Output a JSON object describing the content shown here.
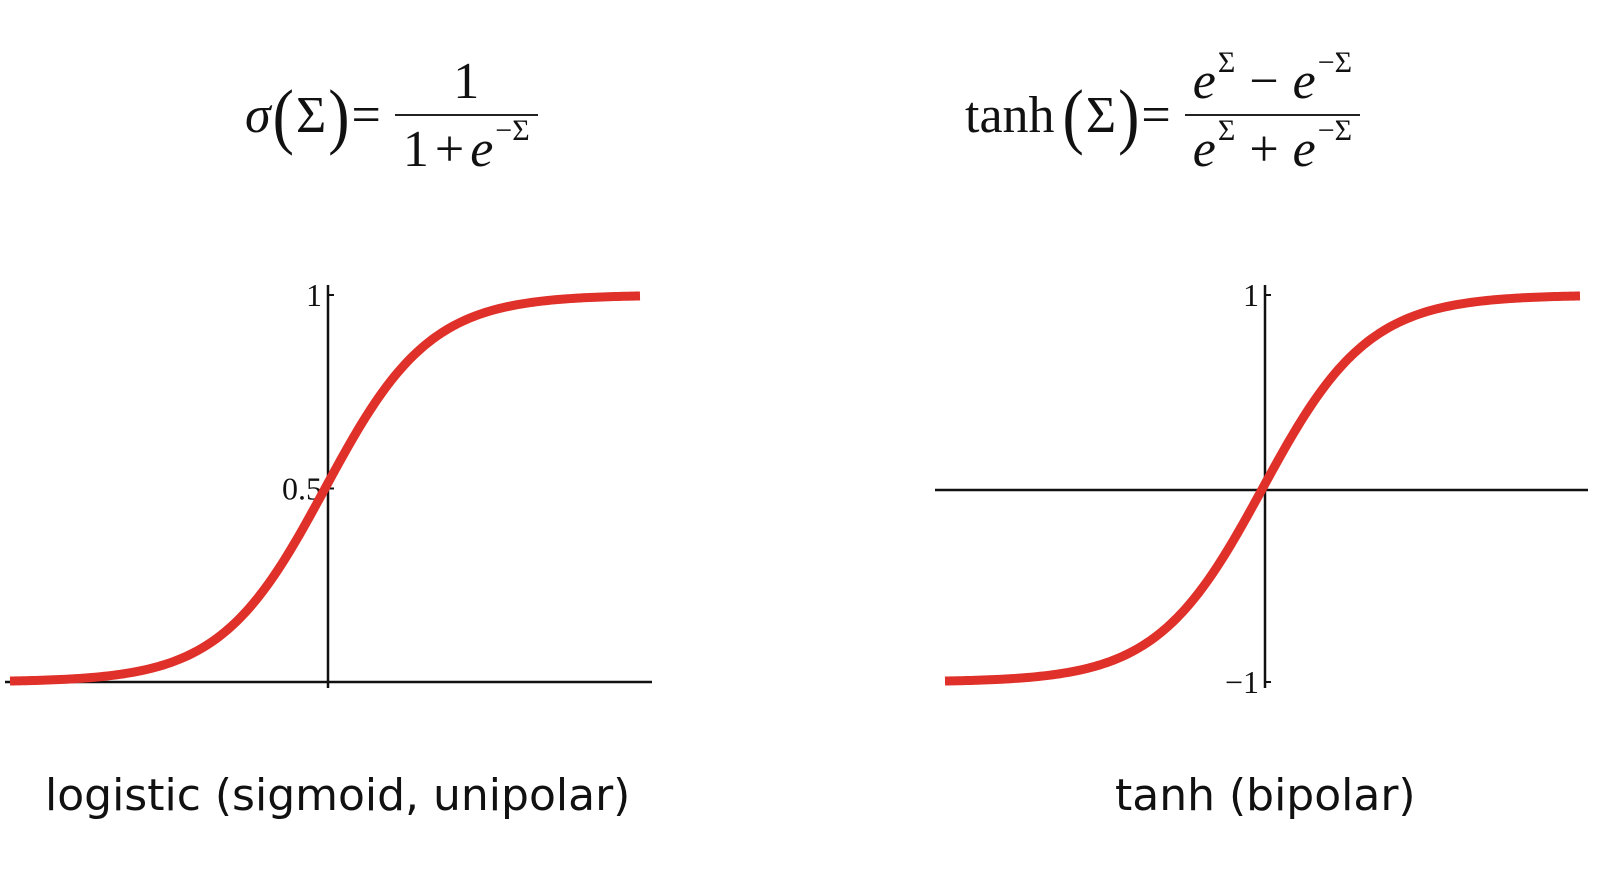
{
  "formulas": {
    "left": {
      "lhs_func": "σ",
      "lhs_arg": "Σ",
      "equals": "=",
      "numerator": "1",
      "denominator_one": "1",
      "denominator_plus": "+",
      "denominator_base": "e",
      "denominator_exp": "−Σ"
    },
    "right": {
      "lhs_func": "tanh",
      "lhs_arg": "Σ",
      "equals": "=",
      "num_base1": "e",
      "num_exp1": "Σ",
      "num_op": "−",
      "num_base2": "e",
      "num_exp2": "−Σ",
      "den_base1": "e",
      "den_exp1": "Σ",
      "den_op": "+",
      "den_base2": "e",
      "den_exp2": "−Σ"
    }
  },
  "captions": {
    "left": "logistic (sigmoid, unipolar)",
    "right": "tanh (bipolar)"
  },
  "chart_data": [
    {
      "type": "line",
      "function": "logistic",
      "x_range": [
        -6,
        6
      ],
      "ylim": [
        0,
        1
      ],
      "yticks": [
        {
          "value": 1,
          "label": "1"
        },
        {
          "value": 0.5,
          "label": "0.5"
        }
      ],
      "series": [
        {
          "color": "#e0302a",
          "x": [
            -6,
            -5,
            -4,
            -3,
            -2,
            -1,
            0,
            1,
            2,
            3,
            4,
            5,
            6
          ],
          "y": [
            0.0025,
            0.0067,
            0.018,
            0.047,
            0.119,
            0.269,
            0.5,
            0.731,
            0.881,
            0.953,
            0.982,
            0.9933,
            0.9975
          ]
        }
      ],
      "caption": "logistic (sigmoid, unipolar)"
    },
    {
      "type": "line",
      "function": "tanh",
      "x_range": [
        -3,
        3
      ],
      "ylim": [
        -1,
        1
      ],
      "yticks": [
        {
          "value": 1,
          "label": "1"
        },
        {
          "value": -1,
          "label": "−1"
        }
      ],
      "series": [
        {
          "color": "#e0302a",
          "x": [
            -3,
            -2.5,
            -2,
            -1.5,
            -1,
            -0.5,
            0,
            0.5,
            1,
            1.5,
            2,
            2.5,
            3
          ],
          "y": [
            -0.995,
            -0.987,
            -0.964,
            -0.905,
            -0.762,
            -0.462,
            0,
            0.462,
            0.762,
            0.905,
            0.964,
            0.987,
            0.995
          ]
        }
      ],
      "caption": "tanh (bipolar)"
    }
  ]
}
